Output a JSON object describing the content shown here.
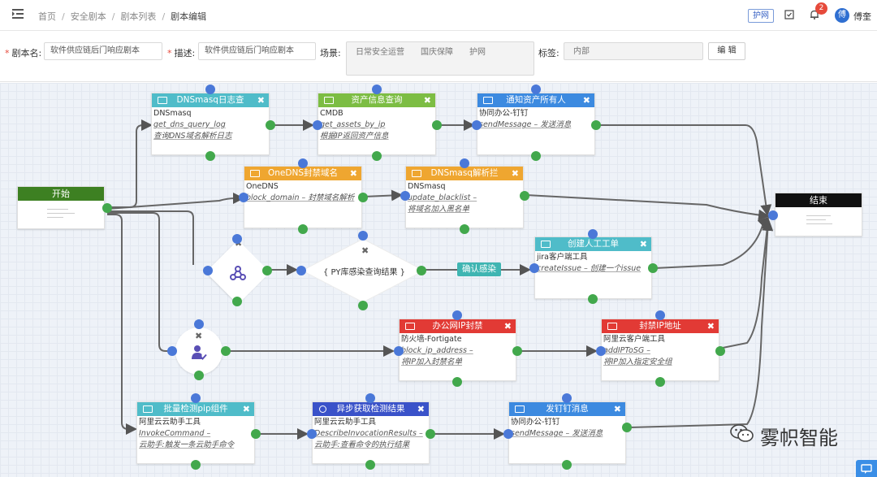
{
  "header": {
    "breadcrumb": [
      "首页",
      "安全剧本",
      "剧本列表",
      "剧本编辑"
    ],
    "env_tag": "护网",
    "notification_count": "2",
    "avatar_text": "傅",
    "username": "傅奎"
  },
  "form": {
    "name_label": "剧本名:",
    "name_value": "软件供应链后门响应剧本",
    "desc_label": "描述:",
    "desc_value": "软件供应链后门响应剧本",
    "scene_label": "场景:",
    "scenes": [
      "日常安全运营",
      "国庆保障",
      "护网"
    ],
    "tags_label": "标签:",
    "tags": [
      "内部"
    ],
    "edit_button": "编 辑"
  },
  "colors": {
    "teal": "#4fbcc9",
    "green": "#7cbd43",
    "blue": "#3c8ae0",
    "orange": "#efa630",
    "red": "#e23a35",
    "navy": "#3a52c9",
    "start": "#3d8022",
    "end": "#111111"
  },
  "start_node": {
    "title": "开始"
  },
  "end_node": {
    "title": "结束"
  },
  "nodes": [
    {
      "id": "n1",
      "title": "DNSmasq日志查",
      "app": "DNSmasq",
      "func": "get_dns_query_log",
      "desc": "查询DNS域名解析日志"
    },
    {
      "id": "n2",
      "title": "资产信息查询",
      "app": "CMDB",
      "func": "get_assets_by_ip",
      "desc": "根据IP返回资产信息"
    },
    {
      "id": "n3",
      "title": "通知资产所有人",
      "app": "协同办公-钉钉",
      "func": "sendMessage – 发送消息",
      "desc": ""
    },
    {
      "id": "n4",
      "title": "OneDNS封禁域名",
      "app": "OneDNS",
      "func": "block_domain – 封禁域名解析",
      "desc": ""
    },
    {
      "id": "n5",
      "title": "DNSmasq解析拦",
      "app": "DNSmasq",
      "func": "update_blacklist –",
      "desc": "将域名加入黑名单"
    },
    {
      "id": "n6",
      "title": "创建人工工单",
      "app": "jira客户端工具",
      "func": "createIssue – 创建一个issue",
      "desc": ""
    },
    {
      "id": "n7",
      "title": "办公网IP封禁",
      "app": "防火墙-Fortigate",
      "func": "block_ip_address –",
      "desc": "将IP加入封禁名单"
    },
    {
      "id": "n8",
      "title": "封禁IP地址",
      "app": "阿里云客户端工具",
      "func": "addIPToSG –",
      "desc": "将IP加入指定安全组"
    },
    {
      "id": "n9",
      "title": "批量检测pip组件",
      "app": "阿里云云助手工具",
      "func": "InvokeCommand –",
      "desc": "云助手:触发一条云助手命令"
    },
    {
      "id": "n10",
      "title": "异步获取检测结果",
      "app": "阿里云云助手工具",
      "func": "DescribeInvocationResults –",
      "desc": "云助手:查看命令的执行结果"
    },
    {
      "id": "n11",
      "title": "发钉钉消息",
      "app": "协同办公-钉钉",
      "func": "sendMessage – 发送消息",
      "desc": ""
    }
  ],
  "condition": {
    "expr": "{ PY库感染查询结果 }",
    "branch_label": "确认感染"
  },
  "watermark": "雾帜智能",
  "icons": [
    "menu-fold-icon",
    "checklist-icon",
    "bell-icon",
    "app-icon",
    "share-icon",
    "person-check-icon",
    "close-icon",
    "wechat-icon",
    "chat-icon"
  ]
}
